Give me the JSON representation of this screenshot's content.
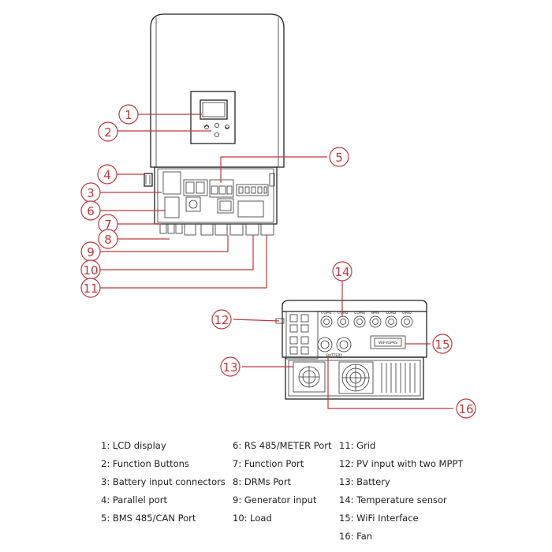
{
  "callouts": [
    "1",
    "2",
    "3",
    "4",
    "5",
    "6",
    "7",
    "8",
    "9",
    "10",
    "11",
    "12",
    "13",
    "14",
    "15",
    "16"
  ],
  "port_labels": [
    "COM1",
    "COM2",
    "COM3",
    "BMS",
    "LOAD",
    "GRID"
  ],
  "wifi_label": "WIFI/GPRS",
  "battery_label": "BATTERY",
  "legend": [
    "1: LCD display",
    "2: Function Buttons",
    "3: Battery input connectors",
    "4: Parallel port",
    "5: BMS 485/CAN Port",
    "6: RS 485/METER Port",
    "7: Function Port",
    "8: DRMs Port",
    "9: Generator input",
    "10: Load",
    "11: Grid",
    "12: PV input with two MPPT",
    "13: Battery",
    "14: Temperature sensor",
    "15: WiFi Interface",
    "16: Fan"
  ]
}
